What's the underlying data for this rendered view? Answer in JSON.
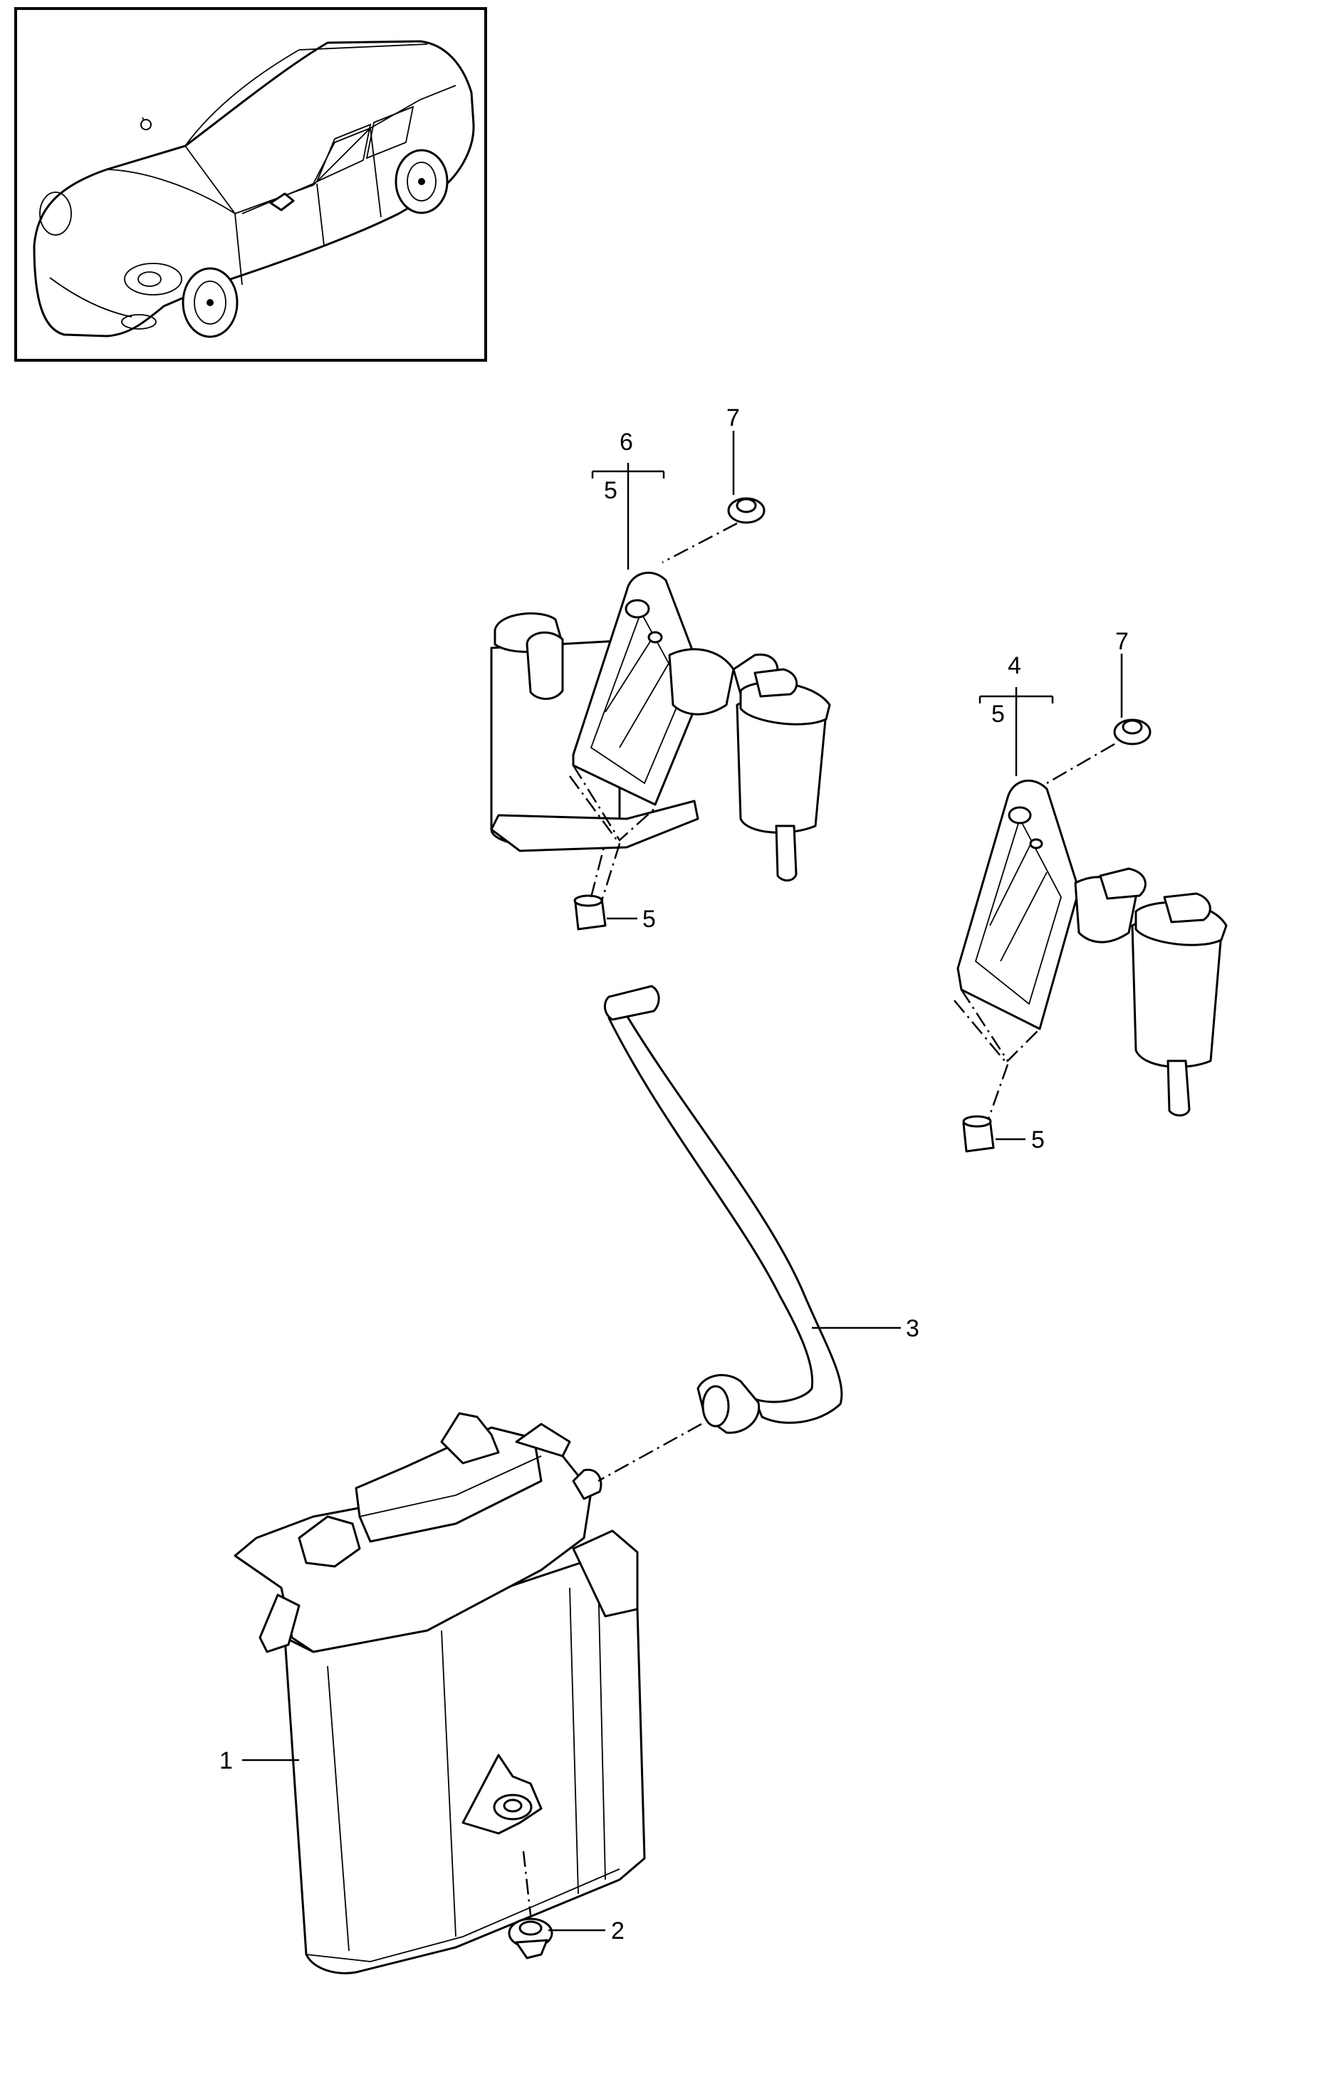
{
  "callouts": {
    "c1": "1",
    "c2": "2",
    "c3": "3",
    "c4": "4",
    "c5a": "5",
    "c5b": "5",
    "c5c": "5",
    "c5d": "5",
    "c6": "6",
    "c7a": "7",
    "c7b": "7"
  }
}
